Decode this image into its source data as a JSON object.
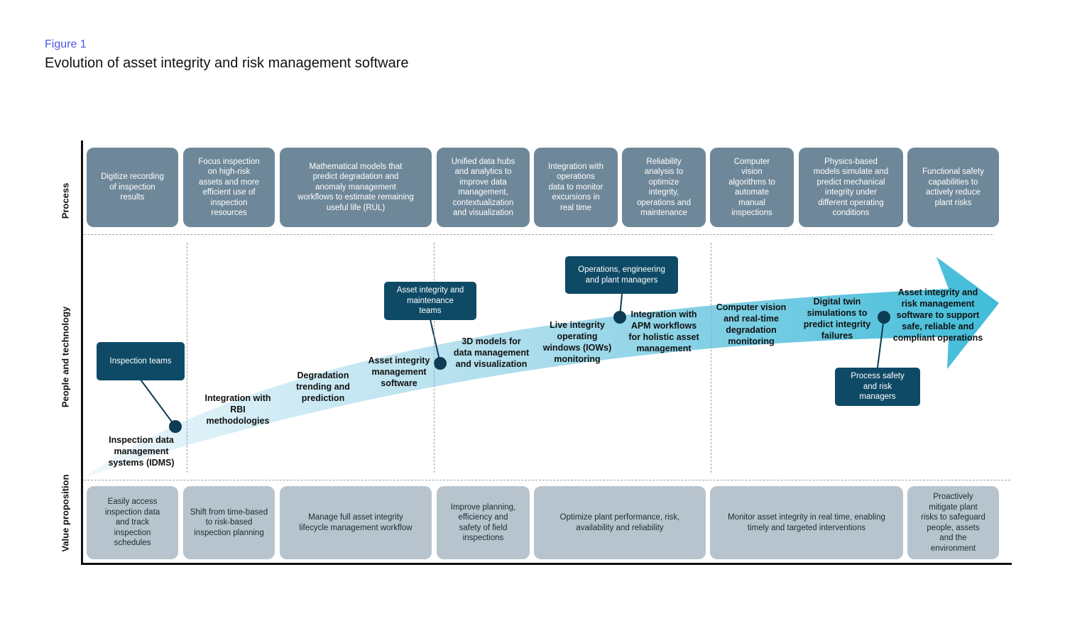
{
  "figure": {
    "label": "Figure 1",
    "title": "Evolution of asset integrity and risk management software"
  },
  "rows": {
    "process": "Process",
    "people": "People and technology",
    "value": "Value proposition"
  },
  "process": [
    "Digitize recording\nof inspection\nresults",
    "Focus inspection\non high-risk\nassets and more\nefficient use of\ninspection\nresources",
    "Mathematical models that\npredict degradation and\nanomaly management\nworkflows to estimate remaining\nuseful life (RUL)",
    "Unified data hubs\nand analytics to\nimprove data\nmanagement,\ncontextualization\nand visualization",
    "Integration with\noperations\ndata to monitor\nexcursions in\nreal time",
    "Reliability\nanalysis to\noptimize\nintegrity,\noperations and\nmaintenance",
    "Computer\nvision\nalgorithms to\nautomate\nmanual\ninspections",
    "Physics-based\nmodels simulate and\npredict mechanical\nintegrity under\ndifferent operating\nconditions",
    "Functional safety\ncapabilities to\nactively reduce\nplant risks"
  ],
  "milestones": [
    "Inspection data\nmanagement\nsystems (IDMS)",
    "Integration with\nRBI\nmethodologies",
    "Degradation\ntrending and\nprediction",
    "Asset integrity\nmanagement\nsoftware",
    "3D models for\ndata management\nand visualization",
    "Live integrity\noperating\nwindows (IOWs)\nmonitoring",
    "Integration with\nAPM workflows\nfor holistic asset\nmanagement",
    "Computer vision\nand real-time\ndegradation\nmonitoring",
    "Digital twin\nsimulations to\npredict integrity\nfailures",
    "Asset integrity and\nrisk management\nsoftware to support\nsafe, reliable and\ncompliant operations"
  ],
  "roles": [
    "Inspection teams",
    "Asset integrity and\nmaintenance\nteams",
    "Operations, engineering\nand plant managers",
    "Process safety\nand risk\nmanagers"
  ],
  "values": [
    "Easily access\ninspection data\nand track\ninspection\nschedules",
    "Shift from time-based\nto risk-based\ninspection planning",
    "Manage full asset integrity\nlifecycle management workflow",
    "Improve planning,\nefficiency and\nsafety of field\ninspections",
    "Optimize plant performance, risk,\navailability and reliability",
    "Monitor asset integrity in real time, enabling\ntimely and targeted interventions",
    "Proactively\nmitigate plant\nrisks to safeguard\npeople, assets\nand the\nenvironment"
  ],
  "colors": {
    "process_box": "#6f8899",
    "value_box": "#b7c4cd",
    "role_box": "#0e4a66",
    "arrow_start": "#eef7fb",
    "arrow_end": "#3fbcd9",
    "figure_label": "#4b55e6"
  }
}
